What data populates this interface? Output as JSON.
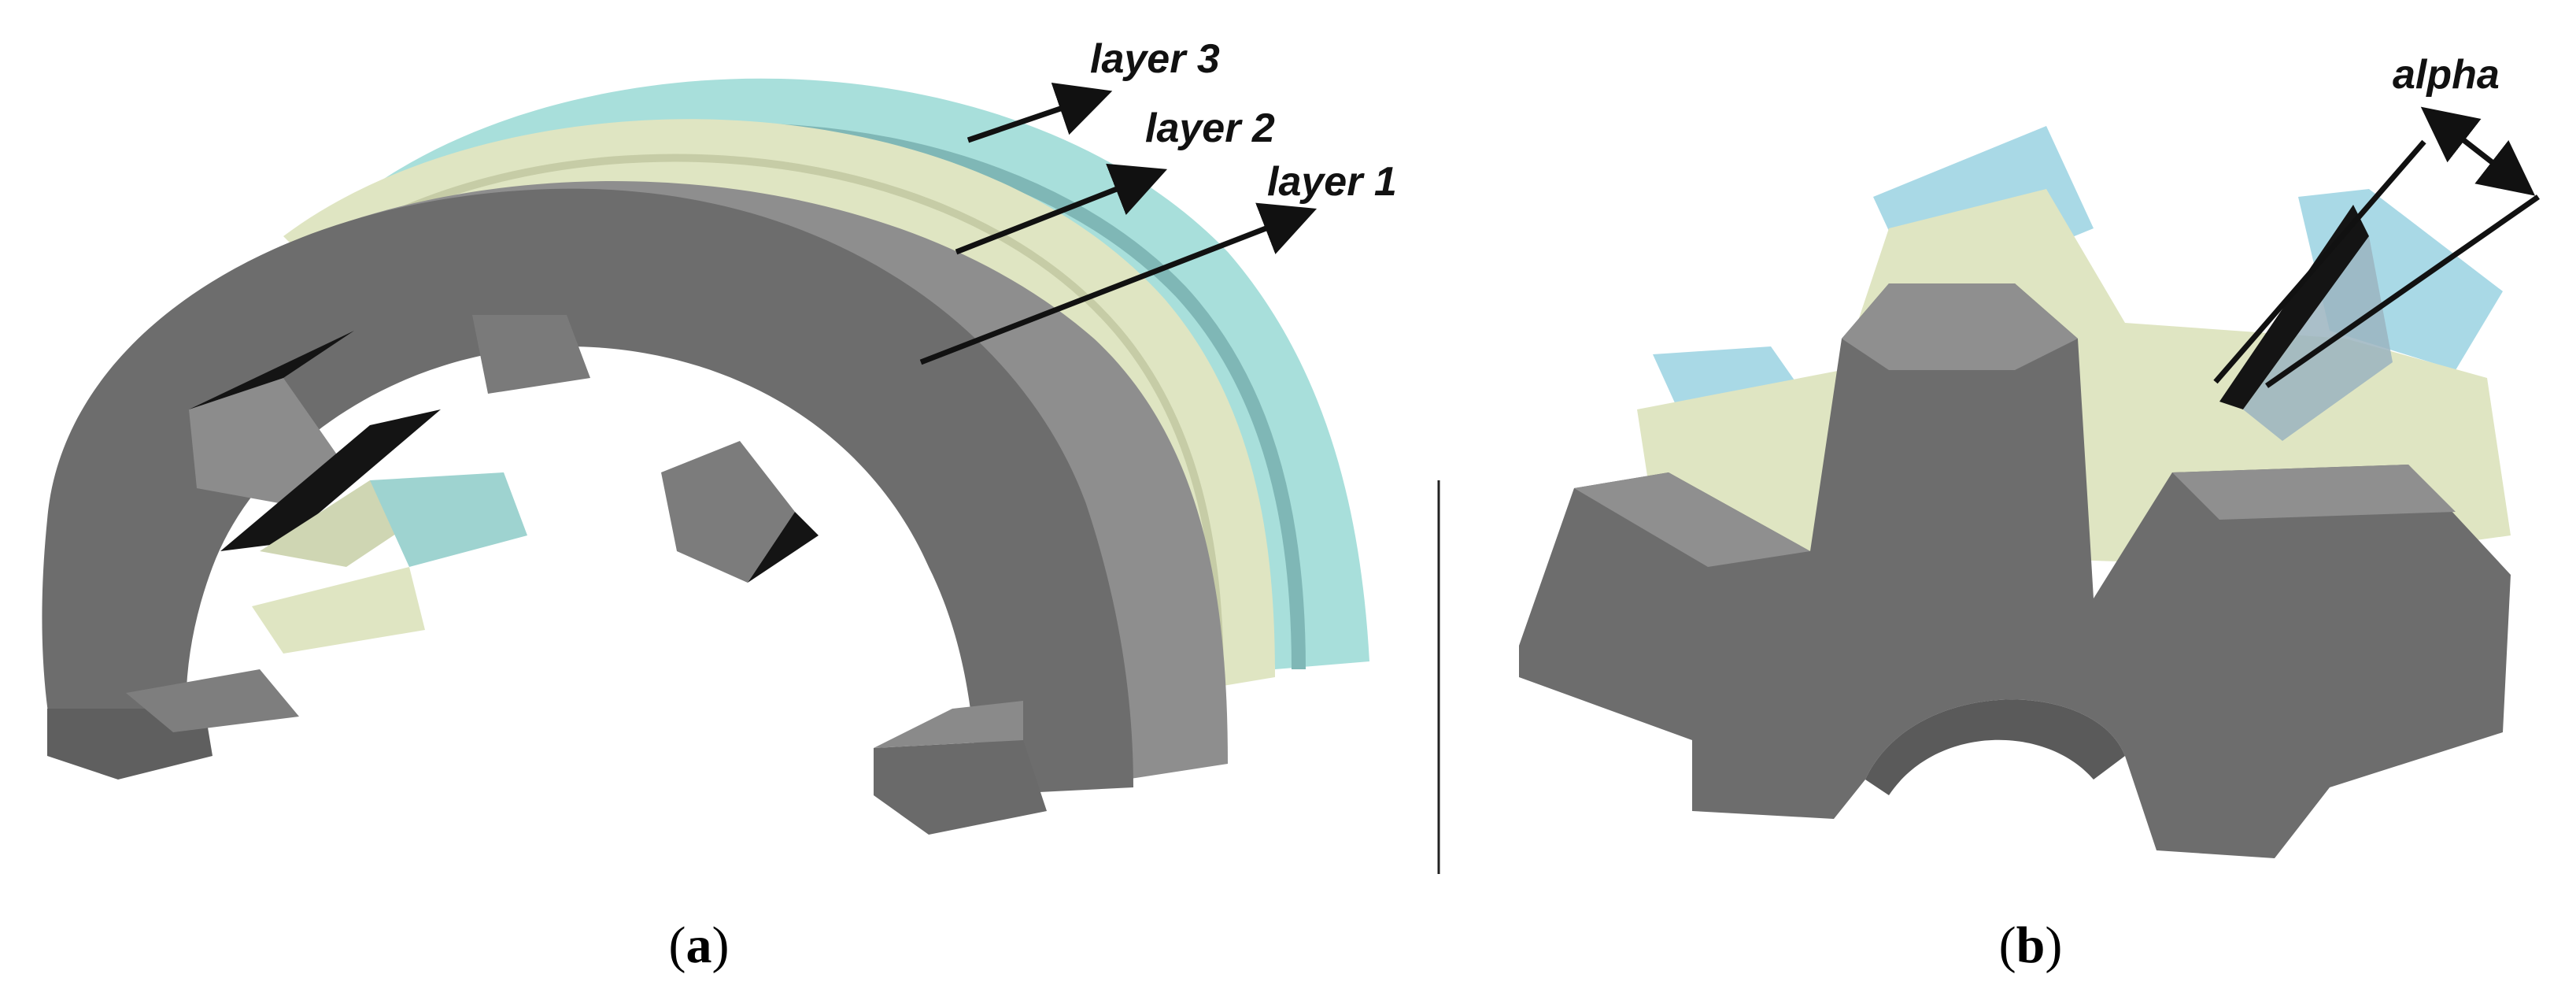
{
  "panels": [
    {
      "id": "a",
      "caption_open": "(",
      "caption_letter": "a",
      "caption_close": ")",
      "labels": [
        "layer 3",
        "layer 2",
        "layer 1"
      ]
    },
    {
      "id": "b",
      "caption_open": "(",
      "caption_letter": "b",
      "caption_close": ")",
      "labels": [
        "alpha"
      ]
    }
  ],
  "colors": {
    "layer_1": "#8c8c8c",
    "layer_1_dark": "#6a6a6a",
    "layer_2": "#dfe5c2",
    "layer_3": "#a6e0dc",
    "arrow": "#111111",
    "slot_shadow": "#111111"
  }
}
